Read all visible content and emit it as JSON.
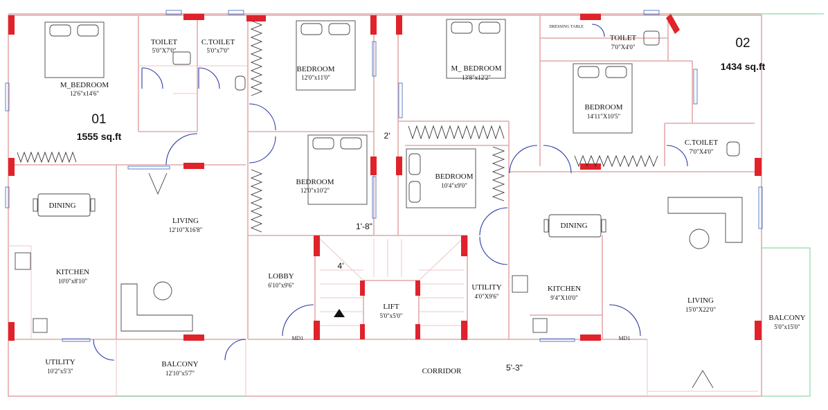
{
  "units": [
    {
      "id": "01",
      "area": "1555 sq.ft"
    },
    {
      "id": "02",
      "area": "1434 sq.ft"
    }
  ],
  "rooms": {
    "m_bedroom_1": {
      "name": "M_BEDROOM",
      "dim": "12'6\"x14'6\""
    },
    "toilet_1": {
      "name": "TOILET",
      "dim": "5'0\"X7'0\""
    },
    "ctoilet_1": {
      "name": "C.TOILET",
      "dim": "5'0\"x7'0\""
    },
    "bedroom_a": {
      "name": "BEDROOM",
      "dim": "12'0\"x11'0\""
    },
    "bedroom_b": {
      "name": "BEDROOM",
      "dim": "12'0\"x10'2\""
    },
    "dining_1": {
      "name": "DINING"
    },
    "living_1": {
      "name": "LIVING",
      "dim": "12'10\"X16'8\""
    },
    "kitchen_1": {
      "name": "KITCHEN",
      "dim": "10'0\"x8'10\""
    },
    "utility_1": {
      "name": "UTILITY",
      "dim": "10'2\"x5'3\""
    },
    "balcony_1": {
      "name": "BALCONY",
      "dim": "12'10\"x5'7\""
    },
    "lobby": {
      "name": "LOBBY",
      "dim": "6'10\"x9'6\""
    },
    "lift": {
      "name": "LIFT",
      "dim": "5'0\"x5'0\""
    },
    "utility_2": {
      "name": "UTILITY",
      "dim": "4'0\"X9'6\""
    },
    "corridor": {
      "name": "CORRIDOR"
    },
    "m_bedroom_2": {
      "name": "M_ BEDROOM",
      "dim": "13'8\"x12'2\""
    },
    "toilet_2": {
      "name": "TOILET",
      "dim": "7'0\"X4'0\""
    },
    "bedroom_c": {
      "name": "BEDROOM",
      "dim": "14'11\"X10'5\""
    },
    "bedroom_d": {
      "name": "BEDROOM",
      "dim": "10'4\"x9'0\""
    },
    "ctoilet_2": {
      "name": "C.TOILET",
      "dim": "7'0\"X4'0\""
    },
    "dining_2": {
      "name": "DINING"
    },
    "kitchen_2": {
      "name": "KITCHEN",
      "dim": "9'4\"X10'0\""
    },
    "living_2": {
      "name": "LIVING",
      "dim": "15'0\"X22'0\""
    },
    "balcony_2": {
      "name": "BALCONY",
      "dim": "5'0\"x15'0\""
    }
  },
  "dimension_marks": {
    "gap_a": "2'",
    "gap_b": "1'-8\"",
    "stair": "4'",
    "corridor_w": "5'-3\""
  },
  "tags": {
    "door_main_a": "MD1",
    "door_main_b": "MD1",
    "dressing": "DRESSING TABLE"
  },
  "colors": {
    "wall": "#e4a9a9",
    "column": "#e0222b",
    "door": "#2a3aa8",
    "outline_green": "#8fd6a8"
  }
}
